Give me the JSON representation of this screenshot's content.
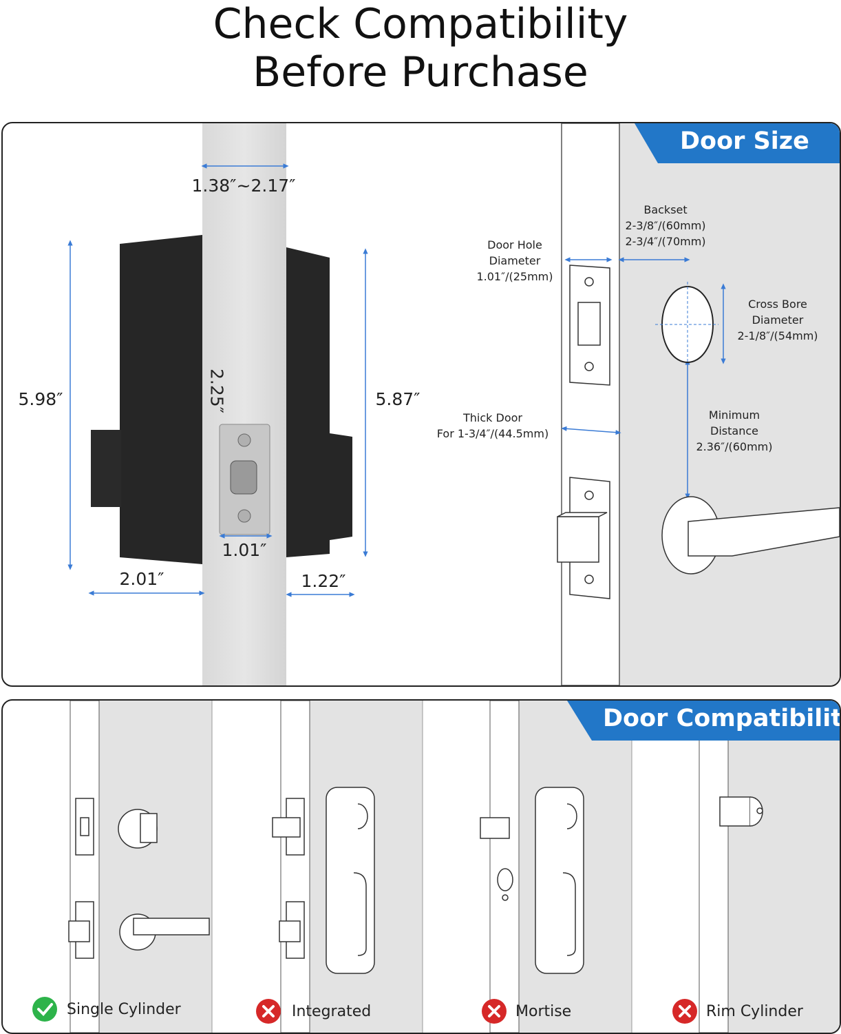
{
  "title": {
    "line1": "Check Compatibility",
    "line2": "Before Purchase"
  },
  "door_size": {
    "heading": "Door Size",
    "dims": {
      "door_thickness": "1.38″~2.17″",
      "front_height": "5.98″",
      "back_height": "5.87″",
      "latch_height": "2.25″",
      "latch_width": "1.01″",
      "front_depth": "2.01″",
      "back_depth": "1.22″"
    },
    "labels": {
      "backset": [
        "Backset",
        "2-3/8″/(60mm)",
        "2-3/4″/(70mm)"
      ],
      "door_hole": [
        "Door Hole",
        "Diameter",
        "1.01″/(25mm)"
      ],
      "cross_bore": [
        "Cross Bore",
        "Diameter",
        "2-1/8″/(54mm)"
      ],
      "thick_door": [
        "Thick Door",
        "For 1-3/4″/(44.5mm)"
      ],
      "min_distance": [
        "Minimum",
        "Distance",
        "2.36″/(60mm)"
      ]
    }
  },
  "door_compatibility": {
    "heading": "Door Compatibility",
    "items": [
      {
        "label": "Single Cylinder",
        "status": "compatible",
        "icon": "check-icon"
      },
      {
        "label": "Integrated",
        "status": "incompatible",
        "icon": "x-icon"
      },
      {
        "label": "Mortise",
        "status": "incompatible",
        "icon": "x-icon"
      },
      {
        "label": "Rim Cylinder",
        "status": "incompatible",
        "icon": "x-icon"
      }
    ]
  },
  "colors": {
    "accent": "#2277c8",
    "compatible": "#2db34a",
    "incompatible": "#d62828",
    "dimension_line": "#3a7bd5"
  }
}
